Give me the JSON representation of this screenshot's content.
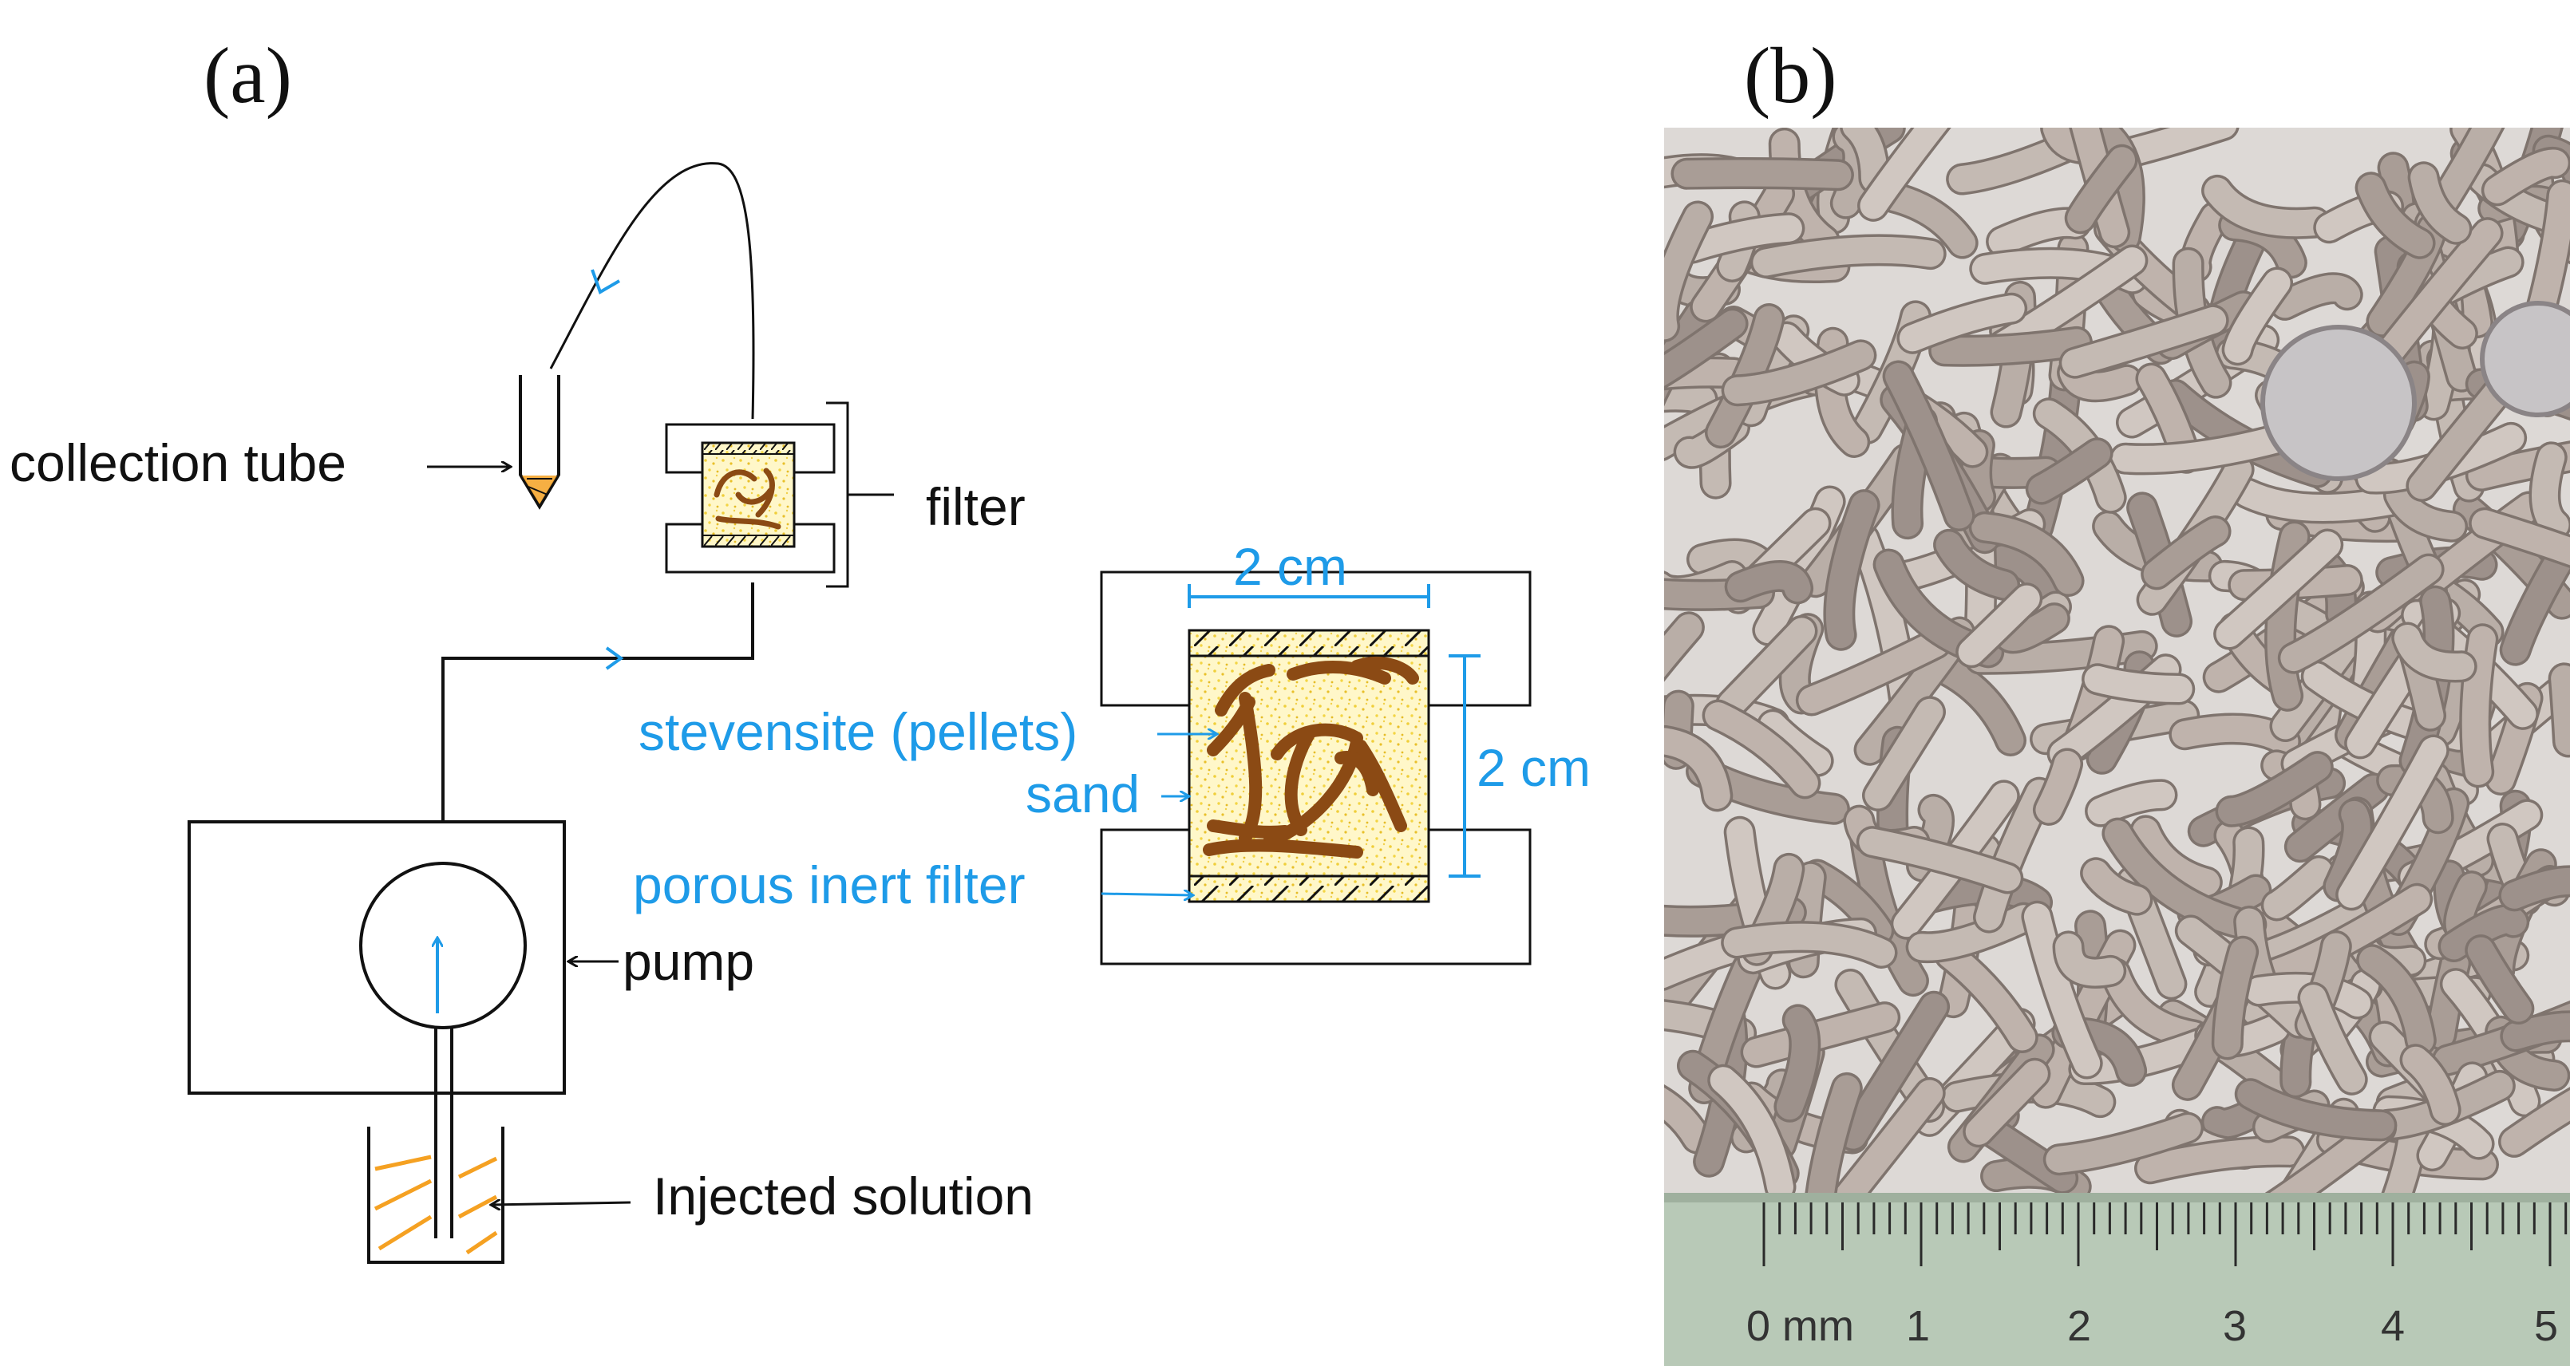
{
  "panels": {
    "a": {
      "label": "(a)"
    },
    "b": {
      "label": "(b)"
    }
  },
  "diagram": {
    "collection_tube_label": "collection tube",
    "filter_label": "filter",
    "pump_label": "pump",
    "injected_solution_label": "Injected solution",
    "detail": {
      "width_label": "2 cm",
      "height_label": "2 cm",
      "stevensite_label": "stevensite (pellets)",
      "sand_label": "sand",
      "porous_filter_label": "porous inert filter"
    }
  },
  "photo": {
    "ruler": {
      "unit_label": "0 mm",
      "numbers": [
        "1",
        "2",
        "3",
        "4",
        "5"
      ]
    }
  },
  "colors": {
    "line": "#111111",
    "accent_blue": "#1e9be8",
    "pellet_brown": "#8b4a14",
    "sand_fill": "#fff7c9",
    "solution_orange": "#f5a122",
    "photo_bg": "#ddd9d6",
    "pellet_gray": "#b3a8a1",
    "ruler_green": "#b8c9b7"
  }
}
